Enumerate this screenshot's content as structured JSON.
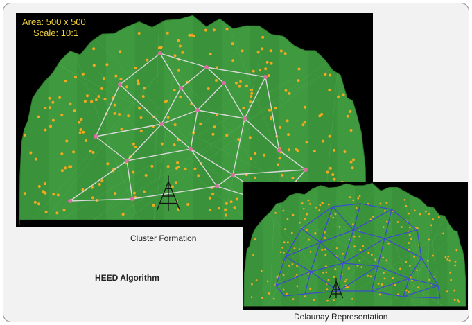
{
  "overlay": {
    "area": "Area: 500 x 500",
    "scale": "Scale: 10:1"
  },
  "captions": {
    "main": "Cluster Formation",
    "secondary": "Delaunay Representation",
    "algorithm": "HEED Algorithm"
  },
  "colors": {
    "background_frame": "#f2f2f3",
    "terrain_green": "#3f9a3f",
    "sensor_node": "#f2a81f",
    "cluster_head": "#d86fa0",
    "cluster_link": "#d8d8d8",
    "delaunay_edge": "#3b4bd0",
    "overlay_text": "#f2d23a"
  },
  "icons": {
    "base_station": "tower-icon"
  }
}
